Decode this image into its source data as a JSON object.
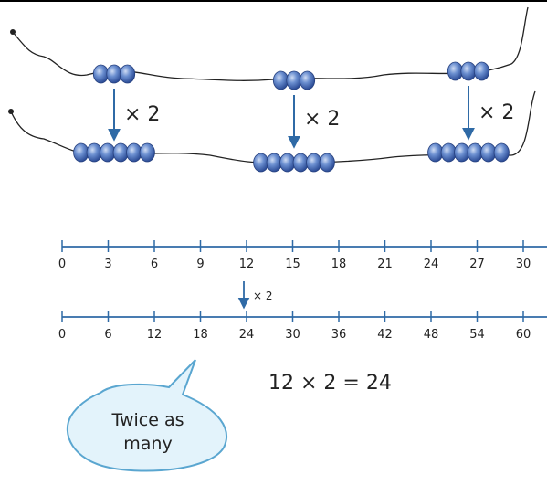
{
  "bead_diagram": {
    "multiplier_label": "× 2",
    "groups": [
      {
        "before": 3,
        "after": 6
      },
      {
        "before": 3,
        "after": 6
      },
      {
        "before": 3,
        "after": 6
      }
    ],
    "bead_color": "#5b7ec4",
    "arrow_color": "#2f6aa6",
    "string_color": "#222222"
  },
  "number_lines": {
    "top": [
      "0",
      "3",
      "6",
      "9",
      "12",
      "15",
      "18",
      "21",
      "24",
      "27",
      "30"
    ],
    "bottom": [
      "0",
      "6",
      "12",
      "18",
      "24",
      "30",
      "36",
      "42",
      "48",
      "54",
      "60"
    ],
    "arrow_label": "× 2",
    "line_color": "#2f6aa6"
  },
  "equation": "12 × 2 = 24",
  "bubble": {
    "line1": "Twice as",
    "line2": "many",
    "fill": "#e3f3fb",
    "stroke": "#5aa6d0"
  }
}
